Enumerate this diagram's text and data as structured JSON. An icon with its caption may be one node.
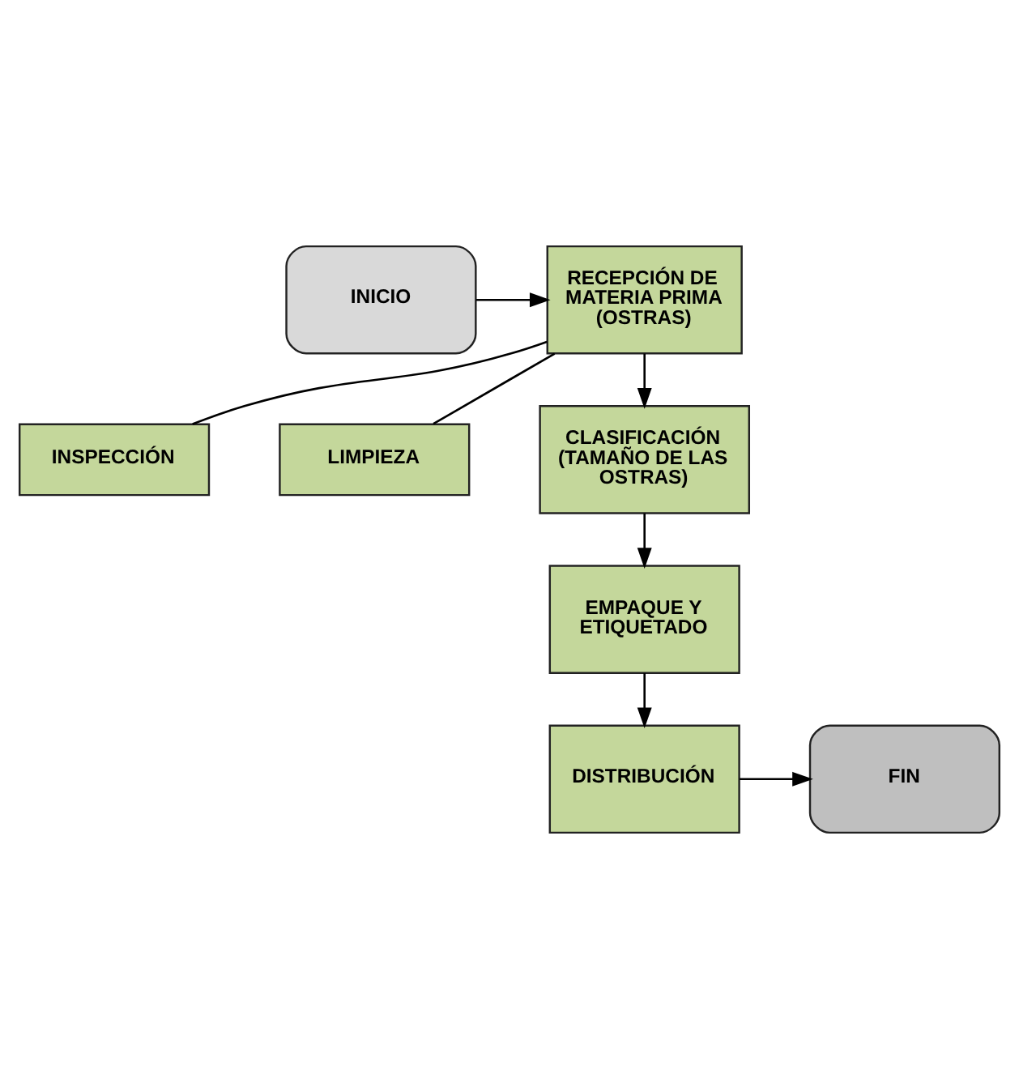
{
  "diagram": {
    "nodes": [
      {
        "text": [
          "INICIO"
        ]
      },
      {
        "text": [
          "RECEPCIÓN DE MATERIA PRIMA (OSTRAS)"
        ]
      },
      {
        "text": [
          "INSPECCIÓN"
        ]
      },
      {
        "text": [
          "LIMPIEZA"
        ]
      },
      {
        "text": [
          "CLASIFICACIÓN (TAMAÑO DE LAS OSTRAS)"
        ]
      },
      {
        "text": [
          "EMPAQUE Y ETIQUETADO"
        ]
      },
      {
        "text": [
          "DISTRIBUCIÓN"
        ]
      },
      {
        "text": [
          "FIN"
        ]
      }
    ],
    "edges": [
      {
        "from": 0,
        "to": 1,
        "arrow": "to"
      },
      {
        "from": 1,
        "to": 2,
        "arrow": "none"
      },
      {
        "from": 1,
        "to": 3,
        "arrow": "none"
      },
      {
        "from": 1,
        "to": 4,
        "arrow": "to"
      },
      {
        "from": 4,
        "to": 5,
        "arrow": "to"
      },
      {
        "from": 5,
        "to": 6,
        "arrow": "to"
      },
      {
        "from": 6,
        "to": 7,
        "arrow": "to"
      }
    ]
  }
}
